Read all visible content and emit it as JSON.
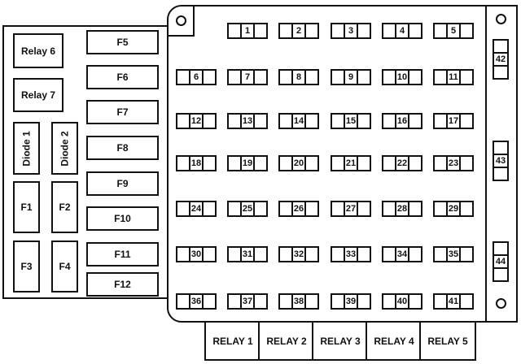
{
  "left_panel": {
    "relays": [
      "Relay 6",
      "Relay 7"
    ],
    "diodes": [
      "Diode 1",
      "Diode 2"
    ],
    "small_fuses": [
      "F1",
      "F2",
      "F3",
      "F4"
    ],
    "large_fuses": [
      "F5",
      "F6",
      "F7",
      "F8",
      "F9",
      "F10",
      "F11",
      "F12"
    ]
  },
  "main_panel": {
    "fuse_rows": [
      [
        "1",
        "2",
        "3",
        "4",
        "5"
      ],
      [
        "6",
        "7",
        "8",
        "9",
        "10",
        "11"
      ],
      [
        "12",
        "13",
        "14",
        "15",
        "16",
        "17"
      ],
      [
        "18",
        "19",
        "20",
        "21",
        "22",
        "23"
      ],
      [
        "24",
        "25",
        "26",
        "27",
        "28",
        "29"
      ],
      [
        "30",
        "31",
        "32",
        "33",
        "34",
        "35"
      ],
      [
        "36",
        "37",
        "38",
        "39",
        "40",
        "41"
      ]
    ],
    "side_fuses": [
      "42",
      "43",
      "44"
    ]
  },
  "relays": [
    "RELAY 1",
    "RELAY 2",
    "RELAY 3",
    "RELAY 4",
    "RELAY 5"
  ]
}
